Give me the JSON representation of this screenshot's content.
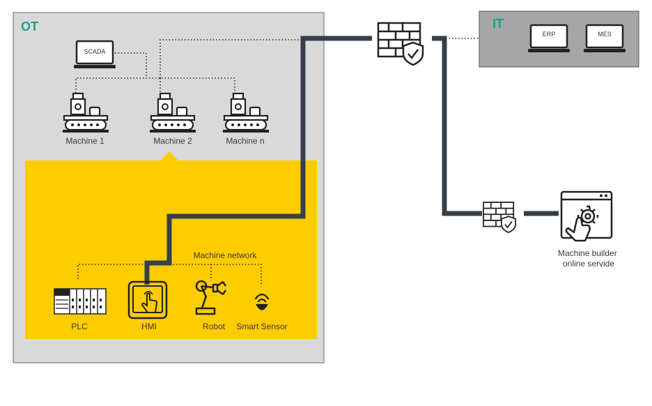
{
  "ot": {
    "title": "OT"
  },
  "it": {
    "title": "IT"
  },
  "scada": {
    "label": "SCADA"
  },
  "erp": {
    "label": "ERP"
  },
  "mes": {
    "label": "MES"
  },
  "machines": [
    {
      "label": "Machine 1"
    },
    {
      "label": "Machine 2"
    },
    {
      "label": "Machine n"
    }
  ],
  "machine_network": {
    "label": "Machine network"
  },
  "devices": [
    {
      "label": "PLC"
    },
    {
      "label": "HMI"
    },
    {
      "label": "Robot"
    },
    {
      "label": "Smart Sensor"
    }
  ],
  "online_service": {
    "line1": "Machine builder",
    "line2": "online servide"
  },
  "colors": {
    "ot_bg": "#d9d9d9",
    "it_bg": "#a6a6a6",
    "machine_zone": "#ffcc00",
    "cable": "#36404a",
    "teal": "#1a9e8f"
  }
}
